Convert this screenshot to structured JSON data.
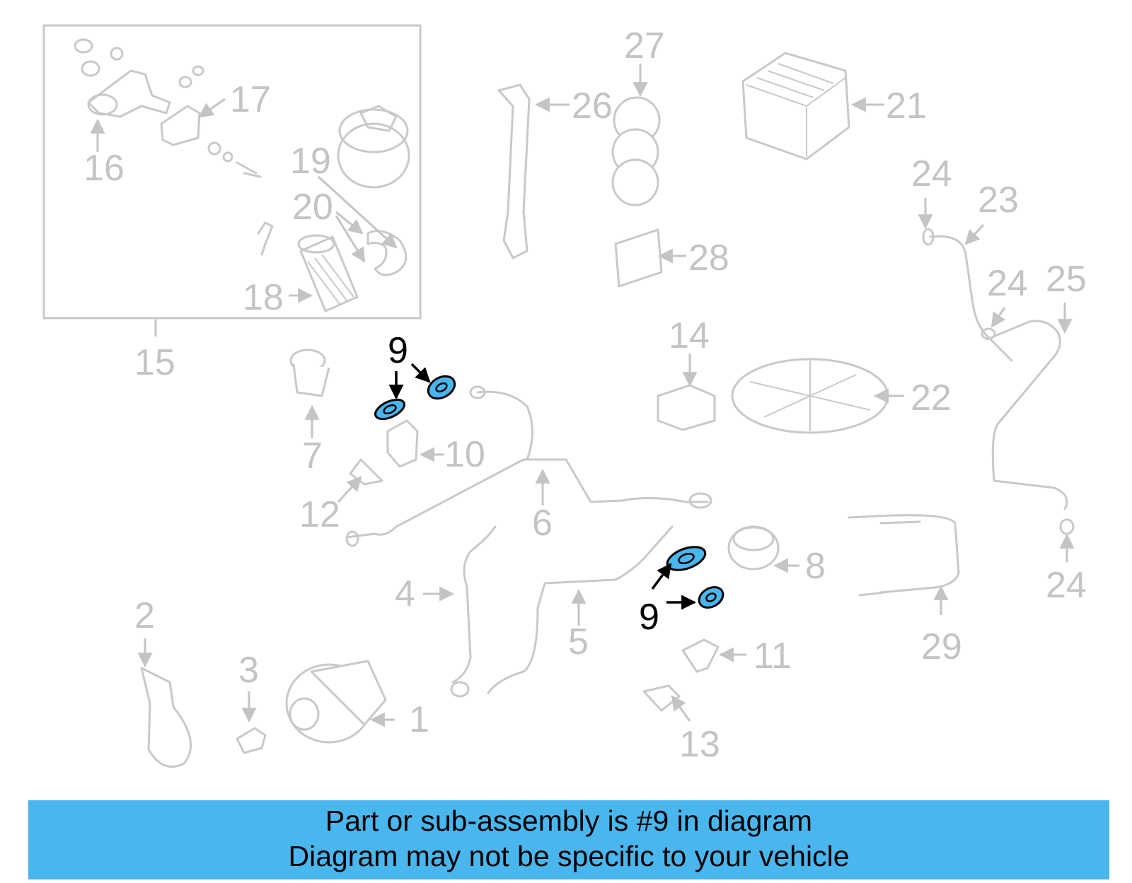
{
  "callouts": {
    "c1": "1",
    "c2": "2",
    "c3": "3",
    "c4": "4",
    "c5": "5",
    "c6": "6",
    "c7": "7",
    "c8": "8",
    "c9a": "9",
    "c9b": "9",
    "c10": "10",
    "c11": "11",
    "c12": "12",
    "c13": "13",
    "c14": "14",
    "c15": "15",
    "c16": "16",
    "c17": "17",
    "c18": "18",
    "c19": "19",
    "c20": "20",
    "c21": "21",
    "c22": "22",
    "c23": "23",
    "c24a": "24",
    "c24b": "24",
    "c24c": "24",
    "c25": "25",
    "c26": "26",
    "c27": "27",
    "c28": "28",
    "c29": "29"
  },
  "highlight_color": "#4ab6ee",
  "banner": {
    "background": "#4ab6ee",
    "line1": "Part or sub-assembly is #9 in diagram",
    "line2": "Diagram may not be specific to your vehicle"
  }
}
